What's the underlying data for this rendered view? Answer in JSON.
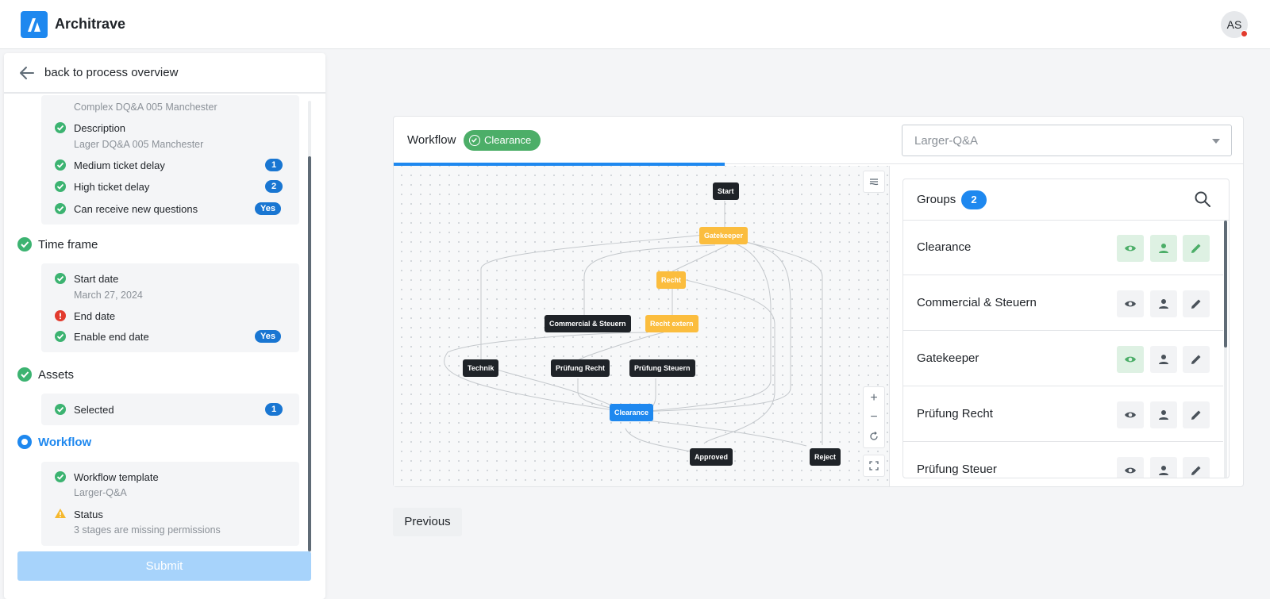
{
  "app": {
    "brand": "Architrave",
    "avatar_initials": "AS"
  },
  "left": {
    "back_label": "back to process overview",
    "general_items": [
      {
        "sub": "Complex DQ&A 005 Manchester"
      },
      {
        "label": "Description",
        "sub": "Lager DQ&A 005 Manchester"
      },
      {
        "label": "Medium ticket delay",
        "badge": "1"
      },
      {
        "label": "High ticket delay",
        "badge": "2"
      },
      {
        "label": "Can receive new questions",
        "badge": "Yes"
      }
    ],
    "time_frame": {
      "title": "Time frame",
      "items": [
        {
          "label": "Start date",
          "sub": "March 27, 2024"
        },
        {
          "label": "End date"
        },
        {
          "label": "Enable end date",
          "badge": "Yes"
        }
      ]
    },
    "assets": {
      "title": "Assets",
      "items": [
        {
          "label": "Selected",
          "badge": "1"
        }
      ]
    },
    "workflow": {
      "title": "Workflow",
      "items": [
        {
          "label": "Workflow template",
          "sub": "Larger-Q&A"
        },
        {
          "label": "Status",
          "sub": "3 stages are missing permissions"
        }
      ]
    },
    "submit_label": "Submit"
  },
  "workflow_card": {
    "label": "Workflow",
    "chip": "Clearance",
    "select_value": "Larger-Q&A",
    "progress": 0.39,
    "nodes": {
      "start": "Start",
      "gatekeeper": "Gatekeeper",
      "recht": "Recht",
      "commercial": "Commercial & Steuern",
      "recht_extern": "Recht extern",
      "technik": "Technik",
      "pruefung_recht": "Prüfung Recht",
      "pruefung_steuern": "Prüfung Steuern",
      "clearance": "Clearance",
      "approved": "Approved",
      "reject": "Reject"
    },
    "controls": {
      "zoom_in": "+",
      "zoom_out": "−"
    },
    "groups": {
      "title": "Groups",
      "count": "2",
      "rows": [
        {
          "name": "Clearance",
          "view": true,
          "user": true,
          "edit": true
        },
        {
          "name": "Commercial & Steuern",
          "view": false,
          "user": false,
          "edit": false
        },
        {
          "name": "Gatekeeper",
          "view": true,
          "user": false,
          "edit": false
        },
        {
          "name": "Prüfung Recht",
          "view": false,
          "user": false,
          "edit": false
        },
        {
          "name": "Prüfung Steuer",
          "view": false,
          "user": false,
          "edit": false
        }
      ]
    }
  },
  "previous_label": "Previous",
  "colors": {
    "accent": "#1e88ef",
    "success": "#3cb371",
    "warning": "#f5b82e",
    "error": "#e23b2e",
    "node_amber": "#fbbd3e",
    "node_dark": "#1f2328"
  }
}
